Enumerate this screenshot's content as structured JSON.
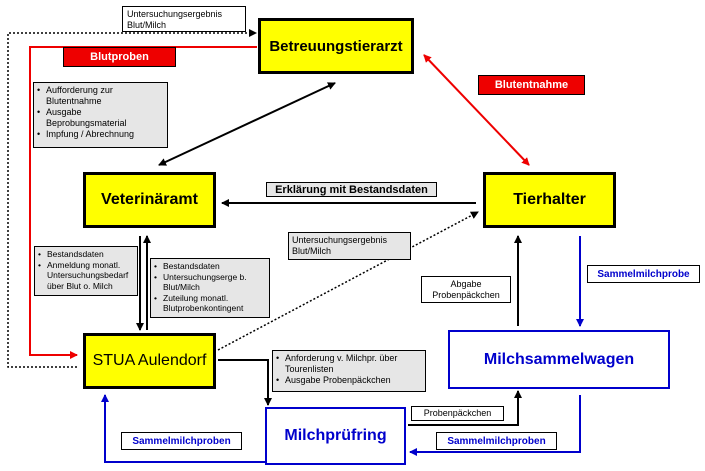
{
  "nodes": {
    "betreuungstierarzt": "Betreuungstierarzt",
    "veterinaeramt": "Veterinäramt",
    "tierhalter": "Tierhalter",
    "stua": "STUA Aulendorf",
    "milchsammelwagen": "Milchsammelwagen",
    "milchpruefring": "Milchprüfring"
  },
  "labels": {
    "blutproben": "Blutproben",
    "blutentnahme": "Blutentnahme",
    "erklaerung": "Erklärung mit Bestandsdaten",
    "sammelmilchprobe": "Sammelmilchprobe",
    "sammelmilchproben_left": "Sammelmilchproben",
    "sammelmilchproben_right": "Sammelmilchproben",
    "probenpaeckchen": "Probenpäckchen"
  },
  "notes": {
    "untersuchungsergebnis_top": [
      "Untersuchungsergebnis",
      "Blut/Milch"
    ],
    "untersuchungsergebnis_mid": [
      "Untersuchungsergebnis",
      "Blut/Milch"
    ],
    "abgabe": [
      "Abgabe",
      "Probenpäckchen"
    ],
    "aufforderung": [
      "Aufforderung zur Blutentnahme",
      "Ausgabe Beprobungsmaterial",
      "Impfung / Abrechnung"
    ],
    "stua_to_vet": [
      "Bestandsdaten",
      "Anmeldung monatl. Untersuchungsbedarf über Blut o. Milch"
    ],
    "vet_to_stua": [
      "Bestandsdaten",
      "Untersuchungserge b. Blut/Milch",
      "Zuteilung monatl. Blutprobenkontingent"
    ],
    "milchpr": [
      "Anforderung v. Milchpr. über Tourenlisten",
      "Ausgabe Probenpäckchen"
    ]
  },
  "colors": {
    "red": "#ee0000",
    "blue": "#0000cc",
    "yellow": "#ffff00",
    "gray": "#e6e6e6"
  }
}
